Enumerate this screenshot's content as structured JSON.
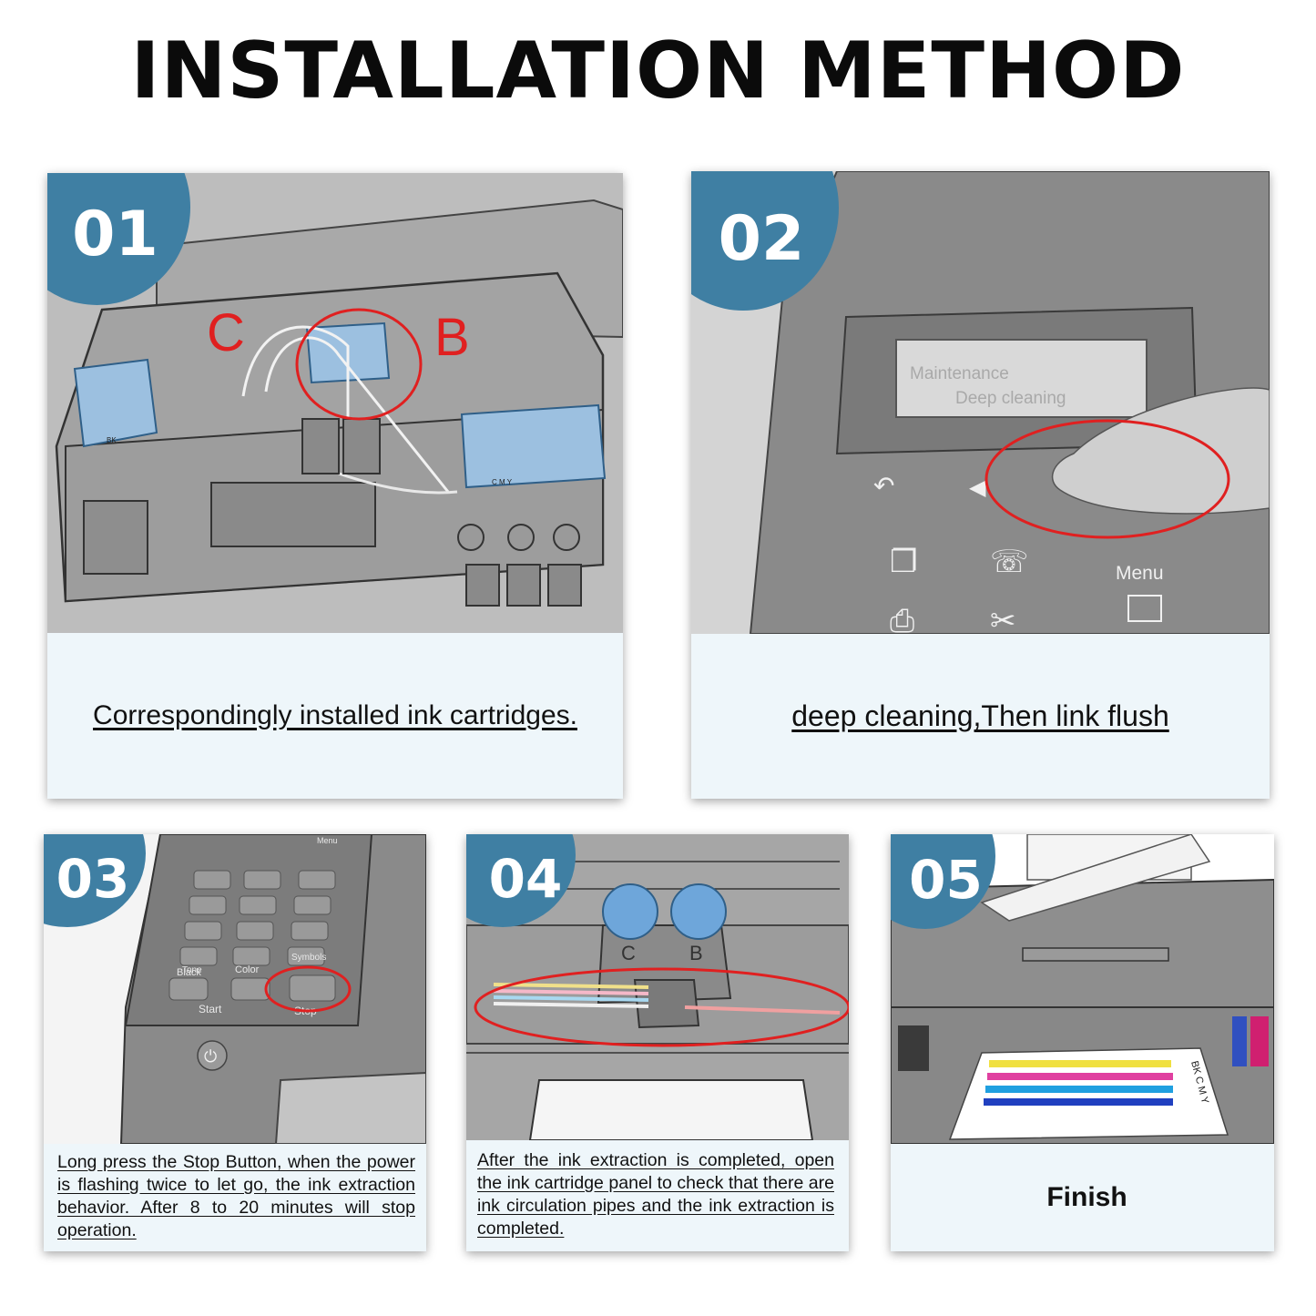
{
  "title": "INSTALLATION METHOD",
  "accent_color": "#3f7fa3",
  "steps": [
    {
      "number": "01",
      "caption": "Correspondingly installed ink cartridges.",
      "labels": {
        "c": "C",
        "b": "B",
        "bk": "BK",
        "cmy": "C M Y"
      }
    },
    {
      "number": "02",
      "caption": "deep cleaning,Then link flush",
      "screen": {
        "line1": "Maintenance",
        "line2": "Deep cleaning"
      },
      "menu_label": "Menu"
    },
    {
      "number": "03",
      "caption": "Long press the Stop Button, when the power is flashing twice to let go, the ink extraction behavior. After 8 to 20 minutes will stop operation.",
      "keys": {
        "black": "Black",
        "color": "Color",
        "start": "Start",
        "stop": "Stop",
        "symbols": "Symbols",
        "tone": "Tone",
        "menu": "Menu"
      }
    },
    {
      "number": "04",
      "caption": "After the ink extraction is completed, open the ink cartridge panel to check that there are ink circulation pipes and the ink extraction is completed.",
      "labels": {
        "c": "C",
        "b": "B"
      }
    },
    {
      "number": "05",
      "caption": "Finish",
      "print_label": "BK C M Y"
    }
  ]
}
